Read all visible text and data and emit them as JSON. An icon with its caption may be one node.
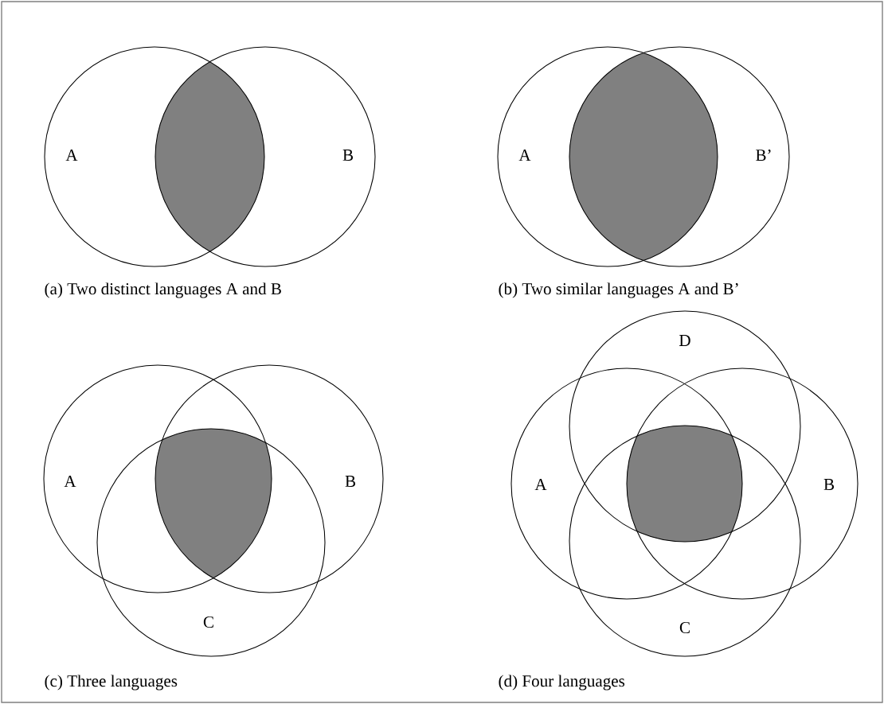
{
  "diagram": {
    "nodes": [
      {
        "text": [
          "A"
        ]
      },
      {
        "text": [
          "B"
        ]
      },
      {
        "text": [
          "A"
        ]
      },
      {
        "text": [
          "B’"
        ]
      },
      {
        "text": [
          "A"
        ]
      },
      {
        "text": [
          "B"
        ]
      },
      {
        "text": [
          "C"
        ]
      },
      {
        "text": [
          "D"
        ]
      },
      {
        "text": [
          "A"
        ]
      },
      {
        "text": [
          "B"
        ]
      },
      {
        "text": [
          "C"
        ]
      }
    ],
    "labels": [
      "(a) Two distinct languages A and B",
      "(b) Two similar languages A and B’",
      "(c) Three languages",
      "(d) Four languages"
    ]
  }
}
